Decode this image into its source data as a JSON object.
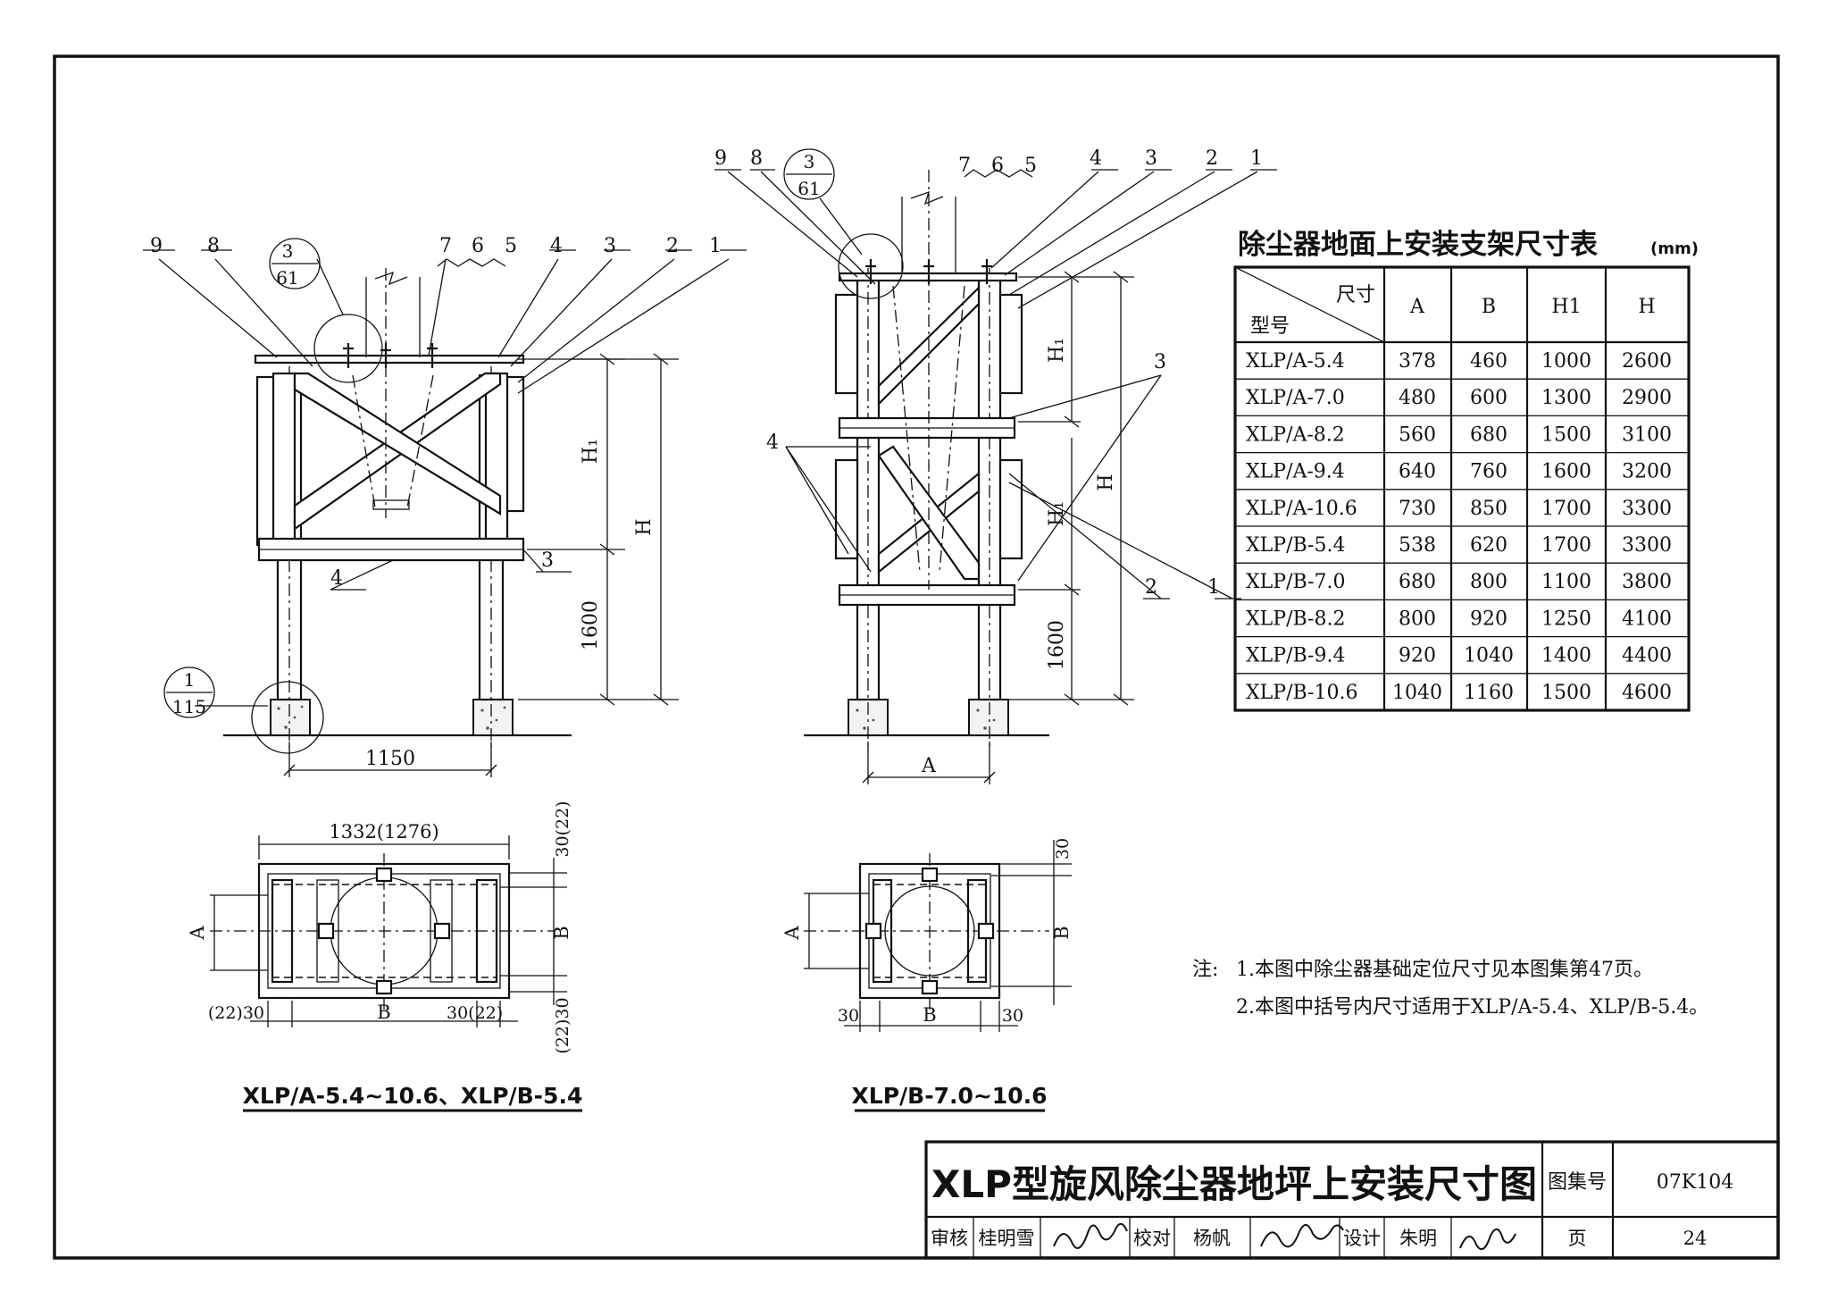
{
  "title_block": {
    "title": "XLP型旋风除尘器地坪上安装尺寸图",
    "atlas_label": "图集号",
    "atlas_no": "07K104",
    "reviewer_label": "审核",
    "reviewer": "桂明雪",
    "checker_label": "校对",
    "checker": "杨帆",
    "designer_label": "设计",
    "designer": "朱明",
    "page_label": "页",
    "page_no": "24"
  },
  "table": {
    "title": "除尘器地面上安装支架尺寸表",
    "unit": "(mm)",
    "corner_top": "尺寸",
    "corner_bottom": "型号",
    "headers": [
      "A",
      "B",
      "H1",
      "H"
    ],
    "rows": [
      [
        "XLP/A-5.4",
        "378",
        "460",
        "1000",
        "2600"
      ],
      [
        "XLP/A-7.0",
        "480",
        "600",
        "1300",
        "2900"
      ],
      [
        "XLP/A-8.2",
        "560",
        "680",
        "1500",
        "3100"
      ],
      [
        "XLP/A-9.4",
        "640",
        "760",
        "1600",
        "3200"
      ],
      [
        "XLP/A-10.6",
        "730",
        "850",
        "1700",
        "3300"
      ],
      [
        "XLP/B-5.4",
        "538",
        "620",
        "1700",
        "3300"
      ],
      [
        "XLP/B-7.0",
        "680",
        "800",
        "1100",
        "3800"
      ],
      [
        "XLP/B-8.2",
        "800",
        "920",
        "1250",
        "4100"
      ],
      [
        "XLP/B-9.4",
        "920",
        "1040",
        "1400",
        "4400"
      ],
      [
        "XLP/B-10.6",
        "1040",
        "1160",
        "1500",
        "4600"
      ]
    ]
  },
  "notes": {
    "label": "注:",
    "items": [
      "1.本图中除尘器基础定位尺寸见本图集第47页。",
      "2.本图中括号内尺寸适用于XLP/A-5.4、XLP/B-5.4。"
    ]
  },
  "view_left": {
    "part_numbers": [
      "9",
      "8",
      "7",
      "6",
      "5",
      "4",
      "3",
      "2",
      "1",
      "3",
      "4"
    ],
    "detail_ref": {
      "top": "3",
      "bottom": "61"
    },
    "foot_ref": {
      "top": "1",
      "bottom": "115"
    },
    "dim_width": "1150",
    "dim_h1": "H₁",
    "dim_h": "H",
    "dim_1600": "1600"
  },
  "view_right": {
    "part_numbers": [
      "9",
      "8",
      "7",
      "6",
      "5",
      "4",
      "3",
      "2",
      "1",
      "3",
      "4",
      "2",
      "1"
    ],
    "detail_ref": {
      "top": "3",
      "bottom": "61"
    },
    "dim_a": "A",
    "dim_h1_upper": "H₁",
    "dim_h1_lower": "H₁",
    "dim_h": "H",
    "dim_1600": "1600"
  },
  "plan_left": {
    "caption": "XLP/A-5.4~10.6、XLP/B-5.4",
    "dim_top": "1332(1276)",
    "dim_a": "A",
    "dim_b_side": "B",
    "dim_b_bottom": "B",
    "dim_30_top": "30(22)",
    "dim_30_bottom": "(22)30",
    "dim_left_bottom": "(22)30",
    "dim_right_bottom": "30(22)"
  },
  "plan_right": {
    "caption": "XLP/B-7.0~10.6",
    "dim_a": "A",
    "dim_b_side": "B",
    "dim_b_bottom": "B",
    "dim_30_top": "30",
    "dim_30_left": "30",
    "dim_30_right": "30"
  }
}
